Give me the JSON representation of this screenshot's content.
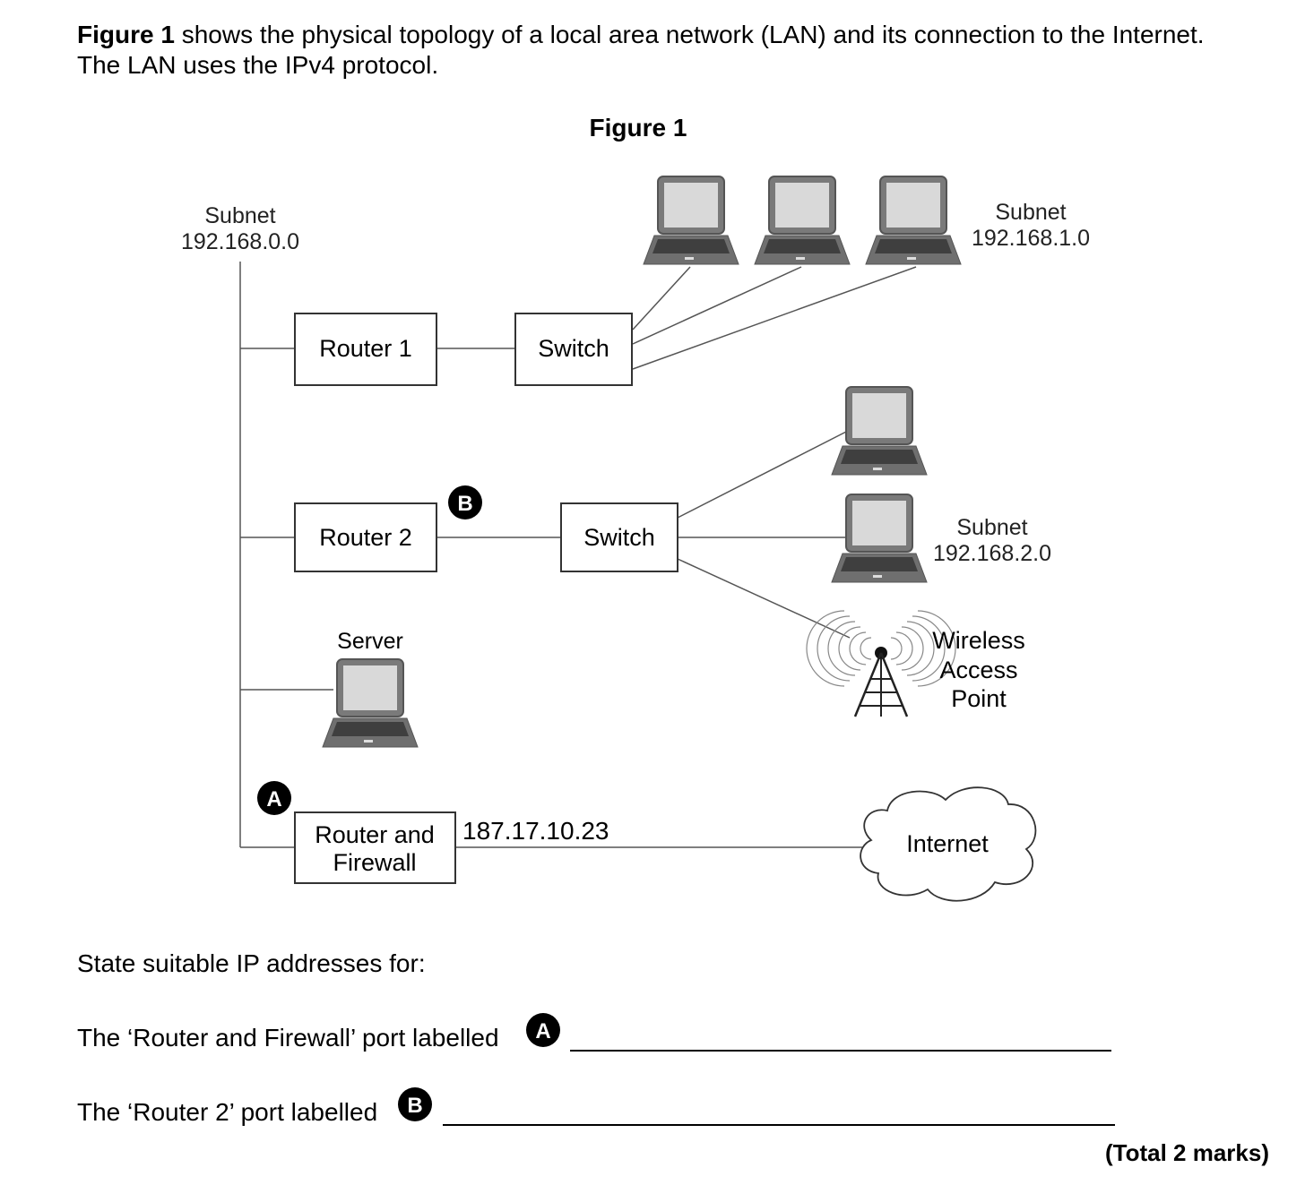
{
  "intro": {
    "bold": "Figure 1",
    "text": " shows the physical topology of a local area network (LAN) and its connection to the Internet. The LAN uses the IPv4 protocol."
  },
  "figure": {
    "title": "Figure 1",
    "subnet_left": [
      "Subnet",
      "192.168.0.0"
    ],
    "subnet_1": [
      "Subnet",
      "192.168.1.0"
    ],
    "subnet_2": [
      "Subnet",
      "192.168.2.0"
    ],
    "router1": "Router 1",
    "router2": "Router 2",
    "switch1": "Switch",
    "switch2": "Switch",
    "server": "Server",
    "router_firewall": [
      "Router and",
      "Firewall"
    ],
    "external_ip": "187.17.10.23",
    "internet": "Internet",
    "wap": [
      "Wireless",
      "Access",
      "Point"
    ],
    "badge_a": "A",
    "badge_b": "B"
  },
  "questions": {
    "prompt": "State suitable IP addresses for:",
    "qa": "The ‘Router and Firewall’ port labelled",
    "qb": "The ‘Router 2’ port labelled",
    "badge_a": "A",
    "badge_b": "B"
  },
  "total": "(Total 2 marks)"
}
